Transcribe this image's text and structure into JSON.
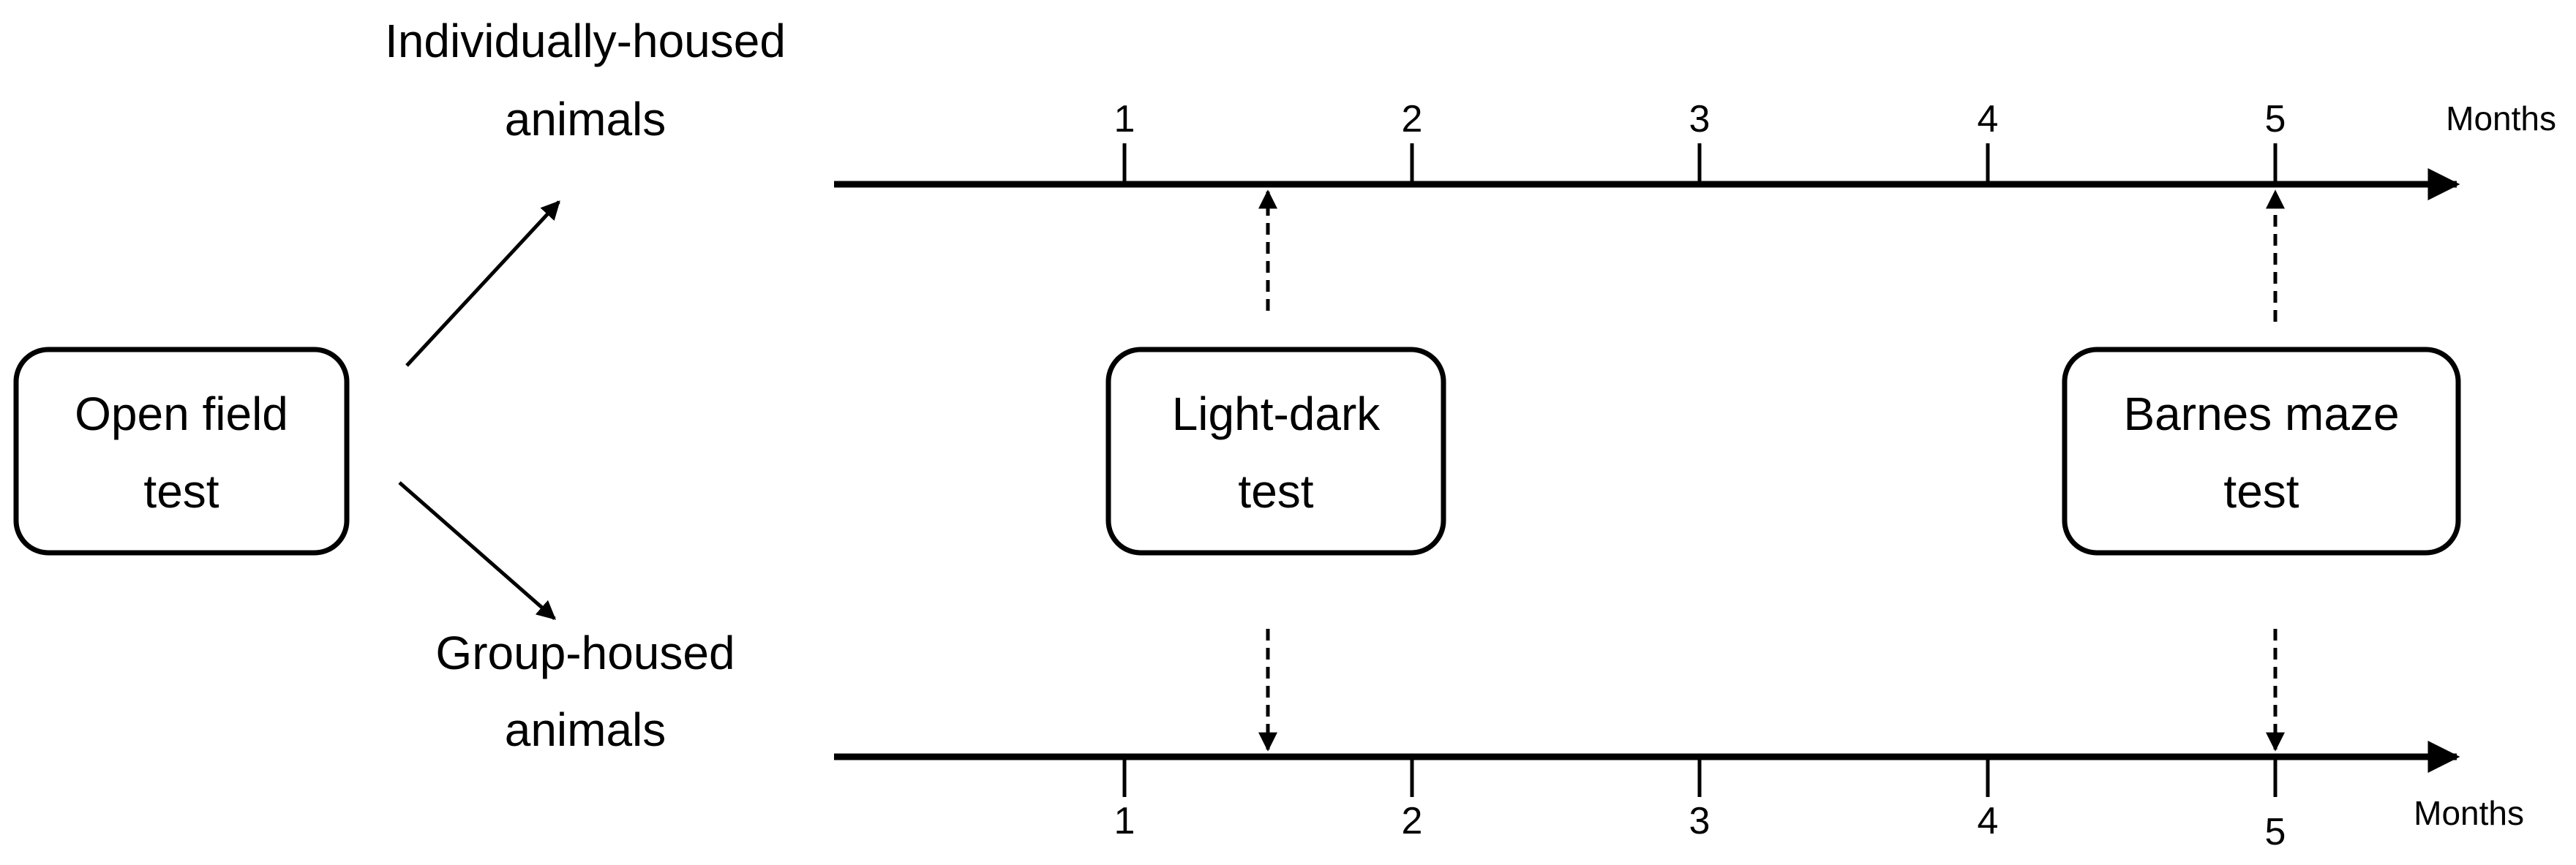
{
  "diagram": {
    "labels": {
      "individually_line1": "Individually-housed",
      "individually_line2": "animals",
      "group_line1": "Group-housed",
      "group_line2": "animals"
    },
    "boxes": {
      "open_field": {
        "line1": "Open field",
        "line2": "test"
      },
      "light_dark": {
        "line1": "Light-dark",
        "line2": "test"
      },
      "barnes_maze": {
        "line1": "Barnes maze",
        "line2": "test"
      }
    },
    "timelines": {
      "top": {
        "ticks": [
          "1",
          "2",
          "3",
          "4",
          "5"
        ],
        "unit": "Months"
      },
      "bottom": {
        "ticks": [
          "1",
          "2",
          "3",
          "4",
          "5"
        ],
        "unit": "Months"
      }
    },
    "line_color": "#000000",
    "box_border_color": "#000000"
  }
}
